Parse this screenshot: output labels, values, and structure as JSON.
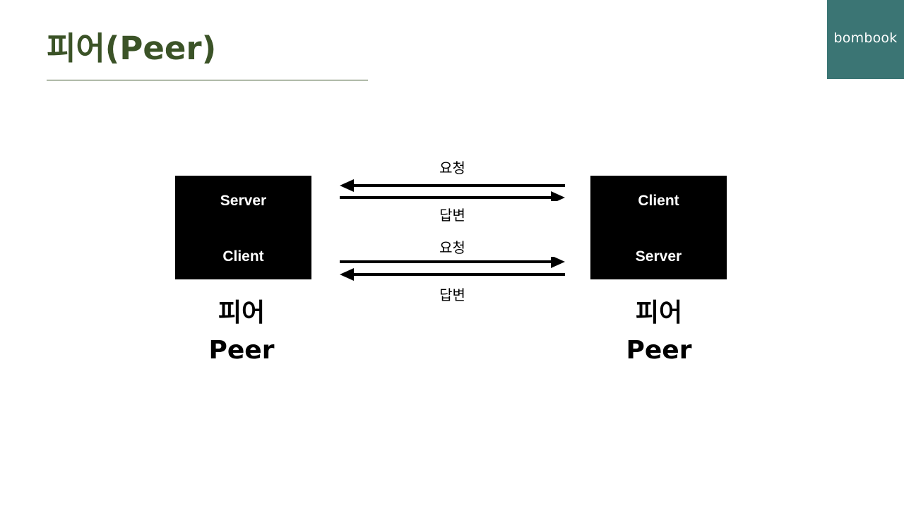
{
  "slide": {
    "title": "피어(Peer)",
    "background_color": "#ffffff",
    "title_color": "#3b5327"
  },
  "logo": {
    "text": "bombook",
    "background_color": "#3b7574",
    "text_color": "#ffffff"
  },
  "diagram": {
    "type": "peer-to-peer-communication",
    "nodes": [
      {
        "id": "left-peer",
        "box_color": "#000000",
        "role_top": "Server",
        "role_bottom": "Client",
        "caption_korean": "피어",
        "caption_english": "Peer"
      },
      {
        "id": "right-peer",
        "box_color": "#000000",
        "role_top": "Client",
        "role_bottom": "Server",
        "caption_korean": "피어",
        "caption_english": "Peer"
      }
    ],
    "arrow_groups": [
      {
        "id": "upper-exchange",
        "label_above": "요청",
        "label_below": "답변",
        "arrow_above_direction": "left",
        "arrow_below_direction": "right"
      },
      {
        "id": "lower-exchange",
        "label_above": "요청",
        "label_below": "답변",
        "arrow_above_direction": "right",
        "arrow_below_direction": "left"
      }
    ]
  }
}
